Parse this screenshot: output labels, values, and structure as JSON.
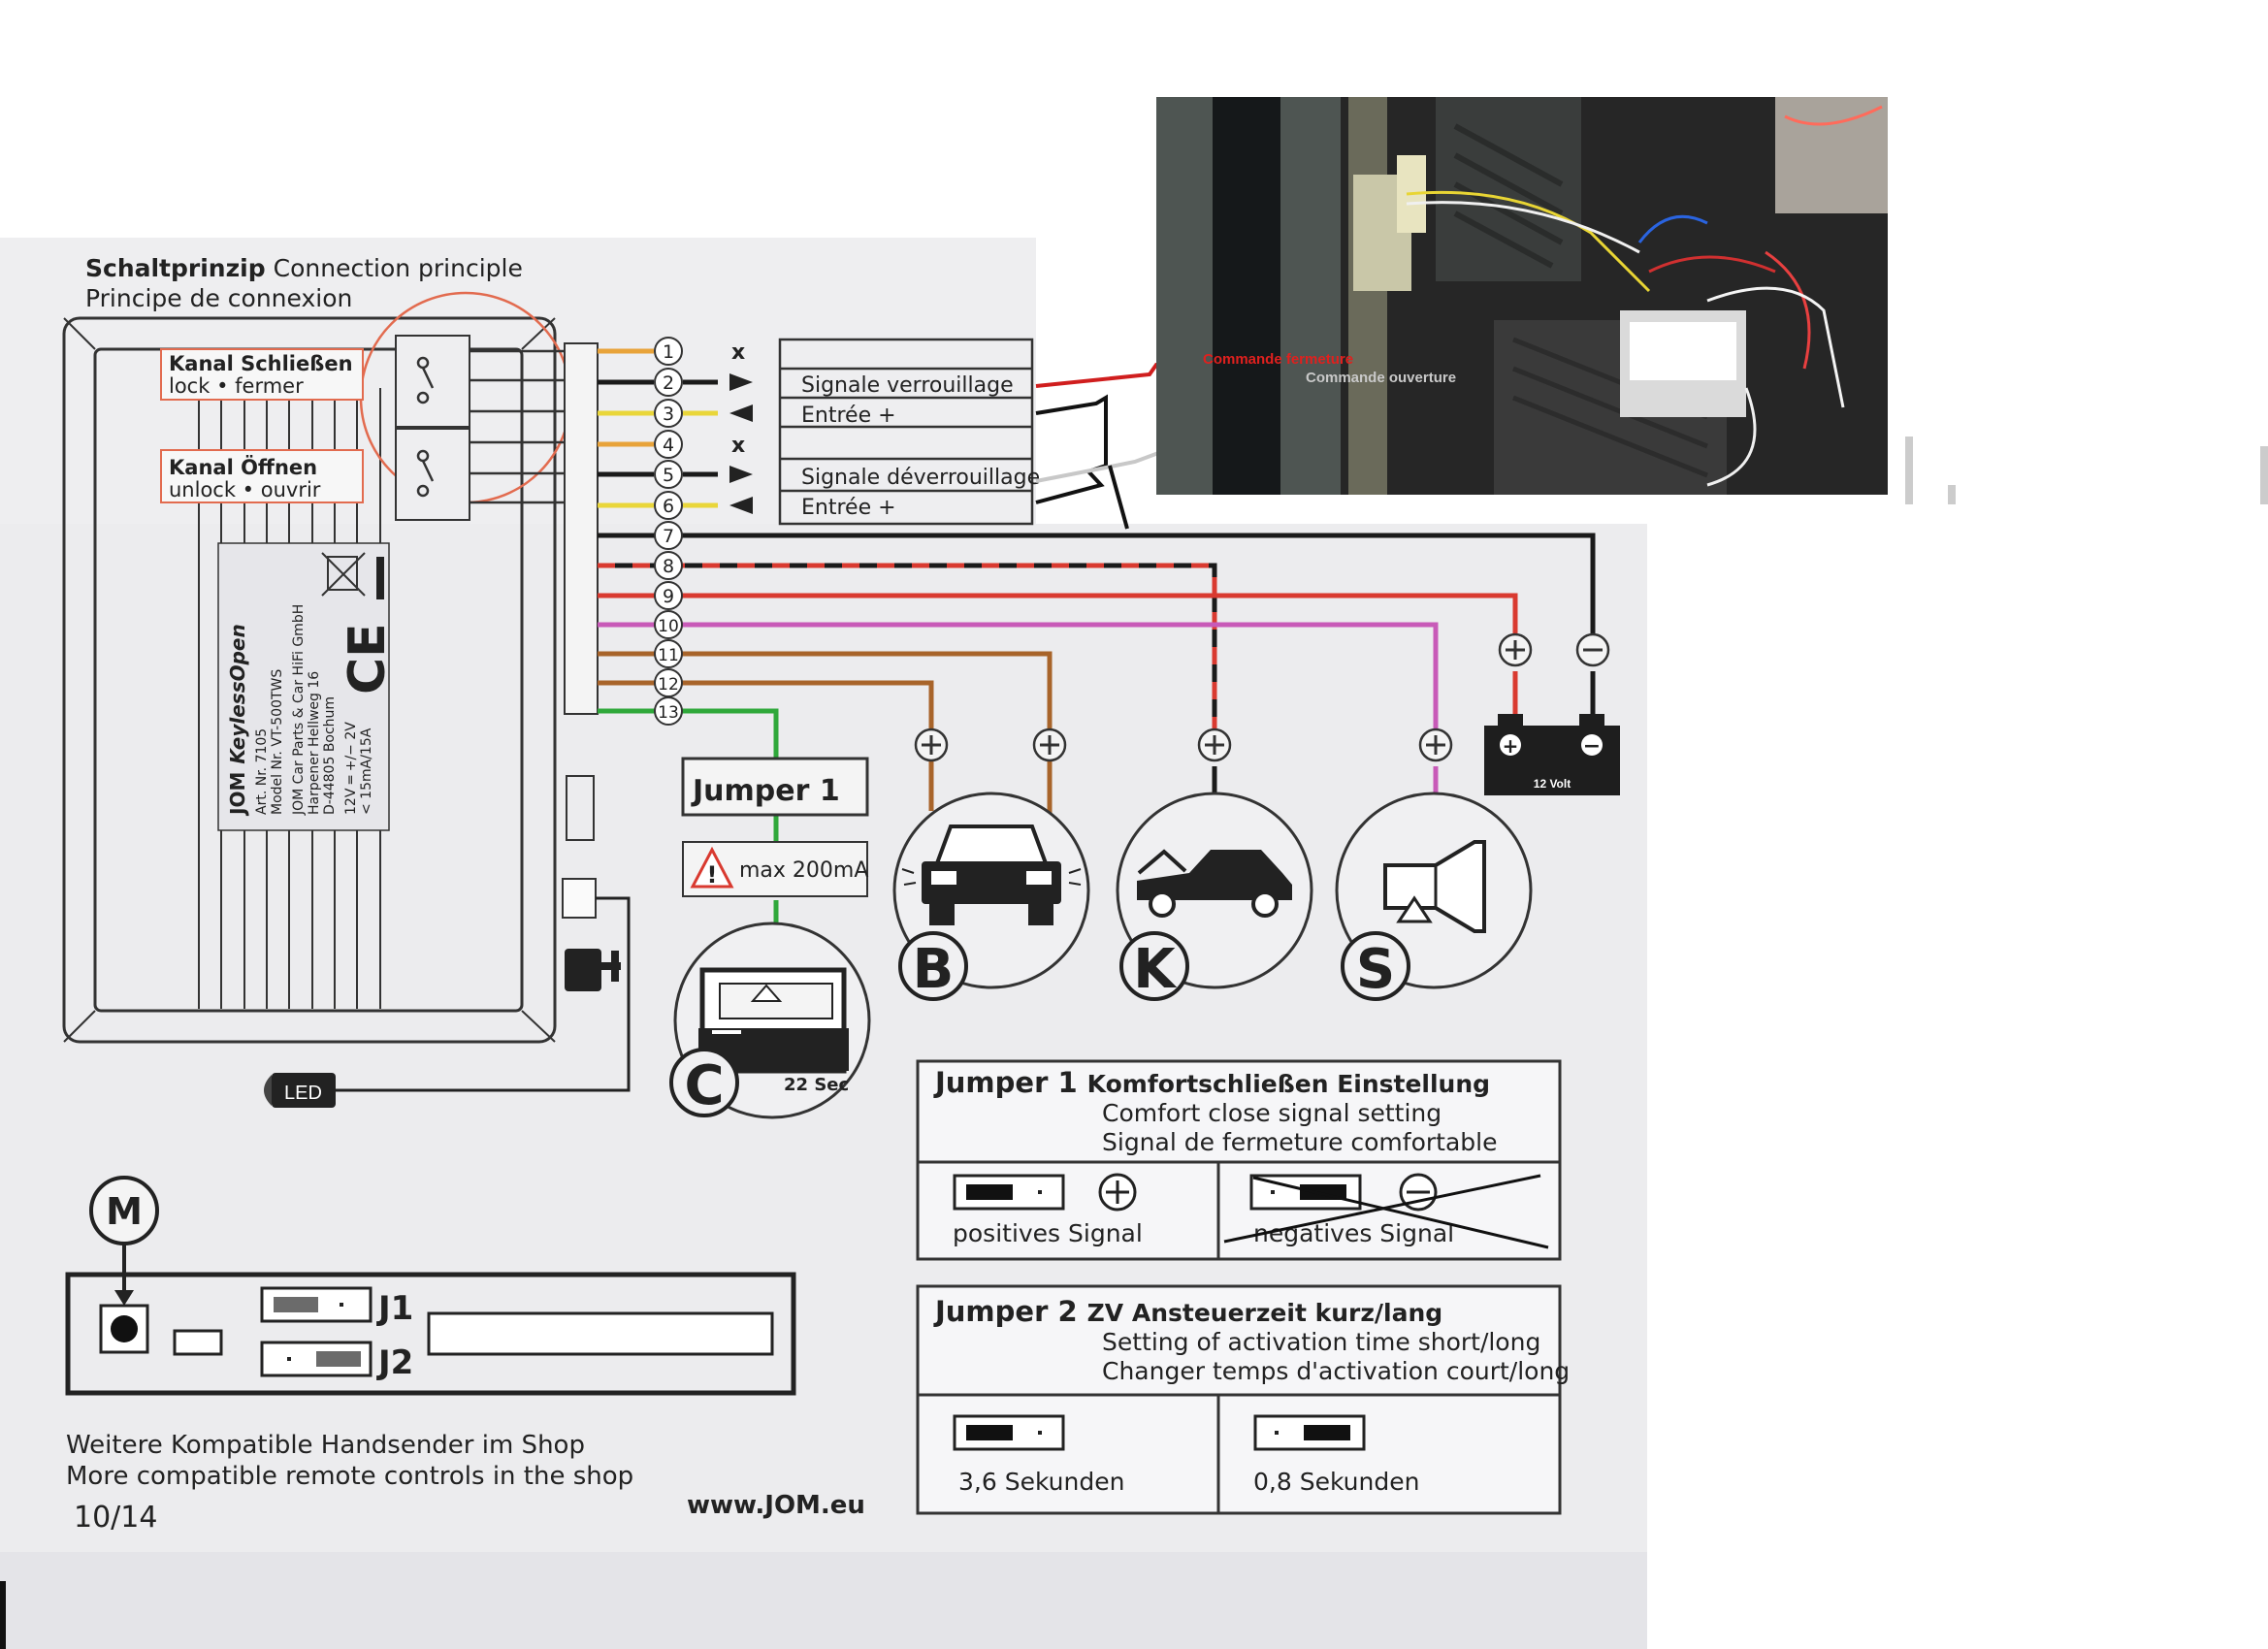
{
  "header": {
    "title_bold": "Schaltprinzip",
    "title_rest": "Connection principle",
    "subtitle": "Principe de connexion"
  },
  "channels": {
    "lock_title": "Kanal Schließen",
    "lock_sub": "lock • fermer",
    "unlock_title": "Kanal Öffnen",
    "unlock_sub": "unlock • ouvrir"
  },
  "device_label": {
    "brand": "JOM",
    "product": "KeylessOpen",
    "line1": "Art. Nr. 7105",
    "line2": "Model Nr. VT-500TWS",
    "line3": "JOM Car Parts & Car HiFi GmbH",
    "line4": "Harpener Hellweg 16",
    "line5": "D-44805 Bochum",
    "line6": "12V ═ +/− 2V",
    "line7": "< 15mA/15A",
    "ce": "CE"
  },
  "pins": {
    "p1": "1",
    "p2": "2",
    "p3": "3",
    "p4": "4",
    "p5": "5",
    "p6": "6",
    "p7": "7",
    "p8": "8",
    "p9": "9",
    "p10": "10",
    "p11": "11",
    "p12": "12",
    "p13": "13",
    "x": "x"
  },
  "signals": {
    "lock_signal": "Signale verrouillage",
    "lock_input": "Entrée +",
    "unlock_signal": "Signale déverrouillage",
    "unlock_input": "Entrée +"
  },
  "photo": {
    "label_close": "Commande fermeture",
    "label_open": "Commande ouverture"
  },
  "battery": {
    "label": "12 Volt",
    "plus": "+",
    "minus": "−"
  },
  "jumper_box": {
    "label": "Jumper 1",
    "warning": "max 200mA"
  },
  "symbols": {
    "c": "C",
    "c_time": "22 Sec",
    "b": "B",
    "k": "K",
    "s": "S",
    "m": "M",
    "led": "LED"
  },
  "board": {
    "j1": "J1",
    "j2": "J2"
  },
  "jumper1_table": {
    "title_a": "Jumper 1",
    "title_b": "Komfortschließen Einstellung",
    "line2": "Comfort close signal setting",
    "line3": "Signal de fermeture comfortable",
    "opt_pos": "positives Signal",
    "opt_neg": "negatives Signal"
  },
  "jumper2_table": {
    "title_a": "Jumper 2",
    "title_b": "ZV Ansteuerzeit kurz/lang",
    "line2": "Setting of activation time short/long",
    "line3": "Changer temps d'activation court/long",
    "opt_a": "3,6 Sekunden",
    "opt_b": "0,8 Sekunden"
  },
  "footer": {
    "line1": "Weitere Kompatible Handsender im Shop",
    "line2": "More compatible remote controls in the shop",
    "page": "10/14",
    "url": "www.JOM.eu"
  },
  "colors": {
    "orange": "#e8a33a",
    "yellow": "#e9d63a",
    "red": "#d93a30",
    "pink": "#c85ab8",
    "brown": "#a8642a",
    "green": "#2fa83a",
    "black": "#1a1a1a",
    "circle": "#e26b4f"
  }
}
